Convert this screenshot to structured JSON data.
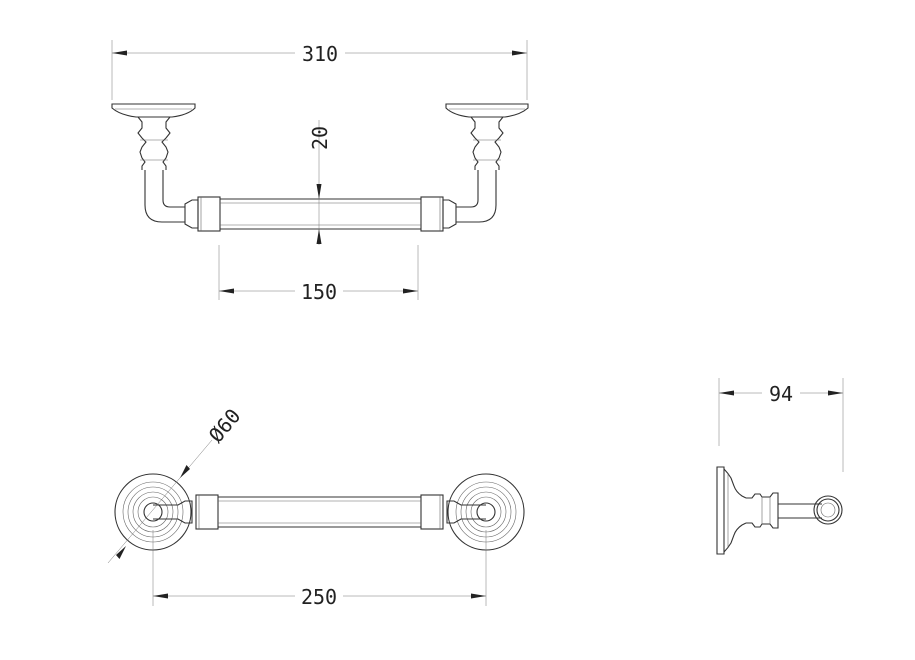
{
  "dimensions": {
    "overall_width": "310",
    "projection_height": "20",
    "inner_top": "150",
    "diameter": "Ø60",
    "center_distance": "250",
    "depth": "94"
  }
}
